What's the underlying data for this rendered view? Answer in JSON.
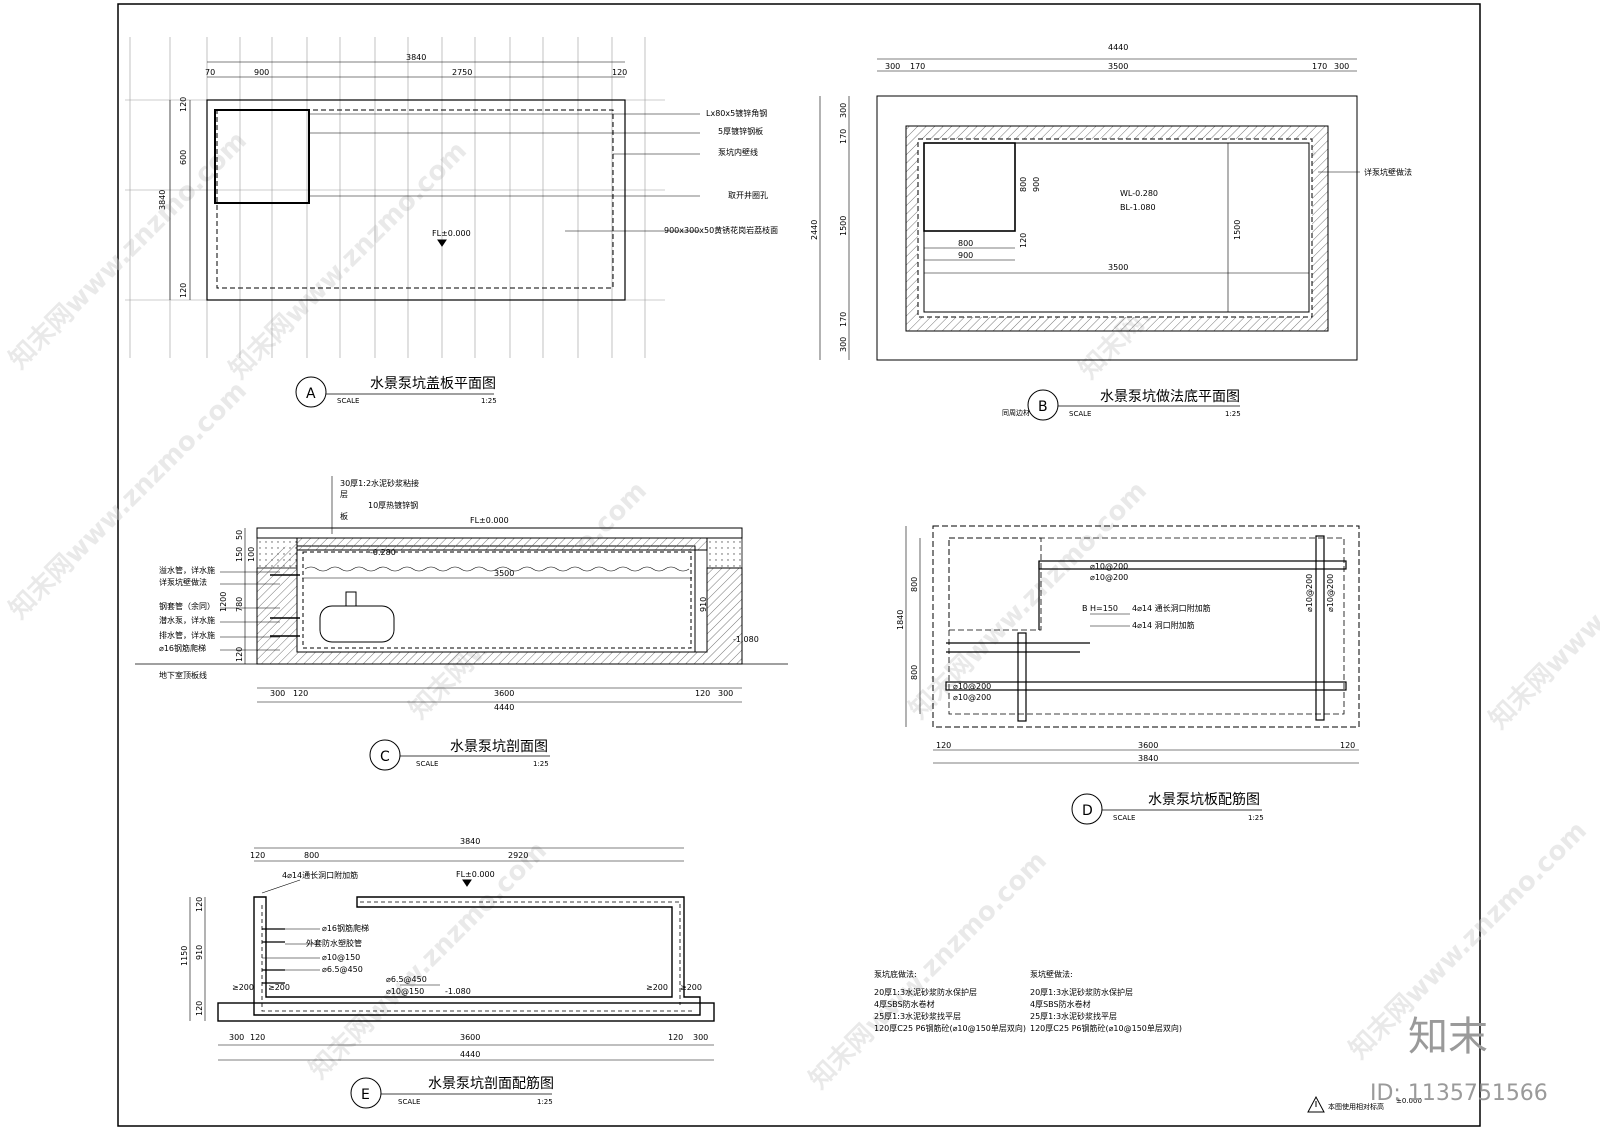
{
  "colors": {
    "line": "#000000",
    "hatch": "#555555",
    "watermark": "#cfcfcf",
    "grid": "#9a9a9a"
  },
  "drawingA": {
    "letter": "A",
    "title": "水景泵坑盖板平面图",
    "scale_label": "SCALE",
    "scale": "1:25",
    "dims": {
      "total": "3840",
      "d70": "70",
      "d900": "900",
      "d2750": "2750",
      "d120": "120",
      "v3840": "3840",
      "v600": "600",
      "v120a": "120",
      "v120b": "120"
    },
    "fl": "FL±0.000",
    "notes": [
      "Lx80x5镀锌角钢",
      "5厚镀锌钢板",
      "泵坑内壁线",
      "取开井圈孔",
      "900x300x50黄锈花岗岩荔枝面"
    ]
  },
  "drawingB": {
    "letter": "B",
    "title": "水景泵坑做法底平面图",
    "scale_label": "SCALE",
    "scale": "1:25",
    "subnote": "同周边材",
    "dims": {
      "total": "4440",
      "d300a": "300",
      "d170a": "170",
      "d3500": "3500",
      "d170b": "170",
      "d300b": "300",
      "v2440": "2440",
      "v300a": "300",
      "v170a": "170",
      "v1500": "1500",
      "v170b": "170",
      "v300b": "300",
      "i800": "800",
      "i900": "900",
      "i800v": "800",
      "i900v": "900",
      "i3500": "3500",
      "i1500": "1500",
      "i120": "120"
    },
    "wl": "WL-0.280",
    "bl": "BL-1.080",
    "note": "详泵坑壁做法"
  },
  "drawingC": {
    "letter": "C",
    "title": "水景泵坑剖面图",
    "scale_label": "SCALE",
    "scale": "1:25",
    "top_notes": [
      "30厚1:2水泥砂浆粘接",
      "层",
      "10厚热镀锌钢",
      "板"
    ],
    "fl": "FL±0.000",
    "wl": "-0.280",
    "bl": "-1.080",
    "left_notes": [
      "溢水管，详水施",
      "详泵坑壁做法",
      "钢套管（余同）",
      "潜水泵，详水施",
      "排水管，详水施",
      "⌀16钢筋爬梯",
      "地下室顶板线"
    ],
    "dims": {
      "d300": "300",
      "d120a": "120",
      "d3600": "3600",
      "d120b": "120",
      "d300b": "300",
      "total": "4440",
      "inner": "3500",
      "v50": "50",
      "v150": "150",
      "v100": "100",
      "v1200": "1200",
      "v780": "780",
      "v910": "910",
      "v120": "120"
    }
  },
  "drawingD": {
    "letter": "D",
    "title": "水景泵坑板配筋图",
    "scale_label": "SCALE",
    "scale": "1:25",
    "dims": {
      "v1840": "1840",
      "v800a": "800",
      "v800b": "800",
      "d120a": "120",
      "d3600": "3600",
      "d120b": "120",
      "total": "3840"
    },
    "notes": [
      "⌀10@200",
      "⌀10@200",
      "B H=150",
      "4⌀14 通长洞口附加筋",
      "4⌀14 洞口附加筋",
      "⌀10@200",
      "⌀10@200",
      "⌀10@200",
      "⌀10@200"
    ]
  },
  "drawingE": {
    "letter": "E",
    "title": "水景泵坑剖面配筋图",
    "scale_label": "SCALE",
    "scale": "1:25",
    "dims": {
      "total_top": "3840",
      "d120": "120",
      "d800": "800",
      "d2920": "2920",
      "v1150": "1150",
      "v120a": "120",
      "v910": "910",
      "v120b": "120",
      "b300": "300",
      "b120a": "120",
      "b3600": "3600",
      "b120b": "120",
      "b300b": "300",
      "total": "4440"
    },
    "fl": "FL±0.000",
    "bl": "-1.080",
    "notes": [
      "4⌀14通长洞口附加筋",
      "⌀16钢筋爬梯",
      "外套防水塑胶管",
      "⌀10@150",
      "⌀6.5@450",
      "⌀6.5@450",
      "⌀10@150",
      "≥200",
      "≥200",
      "≥200",
      "≥200"
    ]
  },
  "specs": {
    "bottom_title": "泵坑底做法:",
    "bottom": [
      "20厚1:3水泥砂浆防水保护层",
      "4厚SBS防水卷材",
      "25厚1:3水泥砂浆找平层",
      "120厚C25 P6钢筋砼(⌀10@150单层双向)"
    ],
    "wall_title": "泵坑壁做法:",
    "wall": [
      "20厚1:3水泥砂浆防水保护层",
      "4厚SBS防水卷材",
      "25厚1:3水泥砂浆找平层",
      "120厚C25 P6钢筋砼(⌀10@150单层双向)"
    ]
  },
  "footer": {
    "note_icon": "warning-triangle-icon",
    "note": "本图使用相对标高",
    "level": "±0.000",
    "zhimo": "知末",
    "id": "ID: 1135751566"
  },
  "watermark": {
    "text": "知末网www.znzmo.com"
  }
}
